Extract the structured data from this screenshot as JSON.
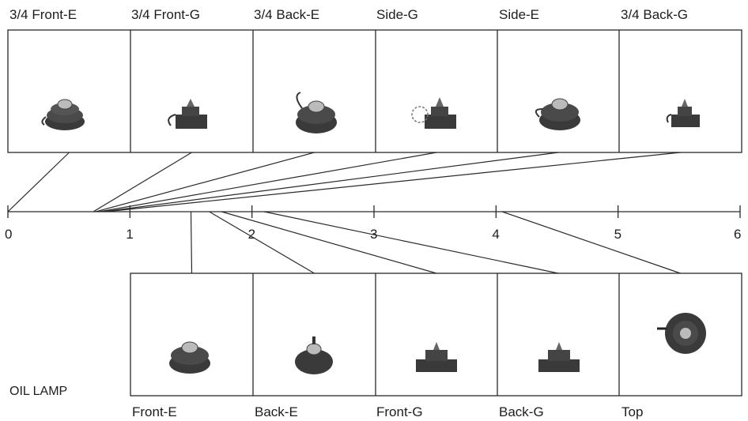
{
  "diagram": {
    "object_label": "OIL LAMP",
    "axis": {
      "min": 0,
      "max": 6,
      "ticks": [
        "0",
        "1",
        "2",
        "3",
        "4",
        "5",
        "6"
      ]
    },
    "top_row": [
      {
        "label": "3/4 Front-E",
        "icon": "lamp-three-quarter-front-e-icon"
      },
      {
        "label": "3/4 Front-G",
        "icon": "lamp-three-quarter-front-g-icon"
      },
      {
        "label": "3/4 Back-E",
        "icon": "lamp-three-quarter-back-e-icon"
      },
      {
        "label": "Side-G",
        "icon": "lamp-side-g-icon"
      },
      {
        "label": "Side-E",
        "icon": "lamp-side-e-icon"
      },
      {
        "label": "3/4 Back-G",
        "icon": "lamp-three-quarter-back-g-icon"
      }
    ],
    "bottom_row": [
      {
        "label": "Front-E",
        "icon": "lamp-front-e-icon"
      },
      {
        "label": "Back-E",
        "icon": "lamp-back-e-icon"
      },
      {
        "label": "Front-G",
        "icon": "lamp-front-g-icon"
      },
      {
        "label": "Back-G",
        "icon": "lamp-back-g-icon"
      },
      {
        "label": "Top",
        "icon": "lamp-top-icon"
      }
    ],
    "top_row_values": [
      0,
      0.7,
      0.72,
      0.75,
      0.78,
      0.8
    ],
    "bottom_row_values": [
      1.5,
      1.65,
      1.75,
      2.1,
      4.05
    ]
  }
}
